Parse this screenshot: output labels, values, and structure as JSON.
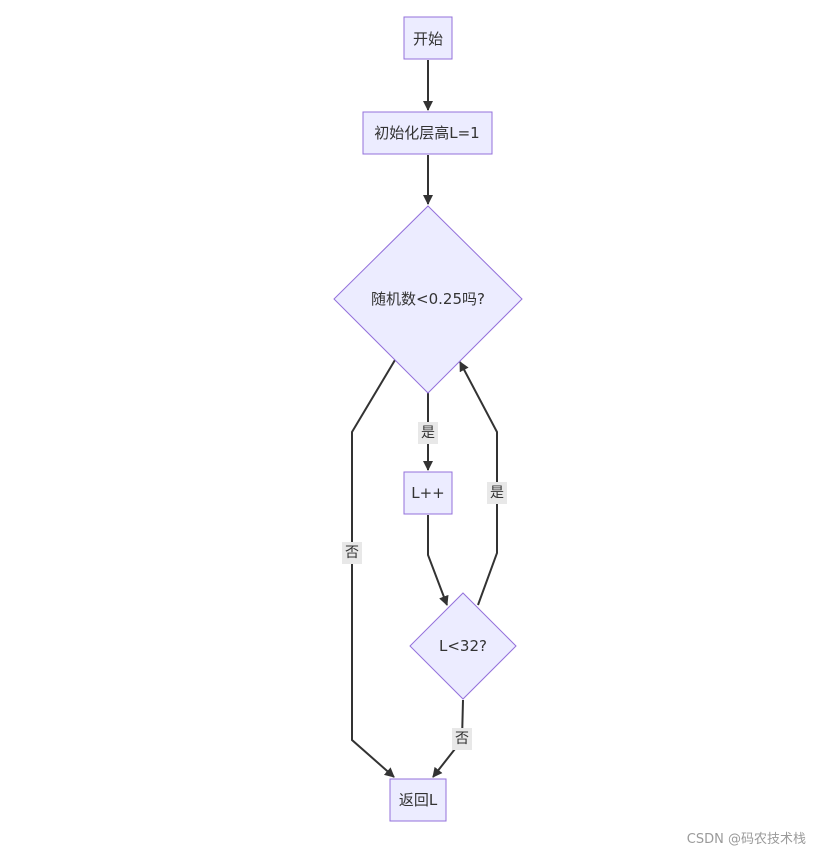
{
  "nodes": {
    "start": "开始",
    "init": "初始化层高L=1",
    "rand_check": "随机数<0.25吗?",
    "incr": "L++",
    "max_check": "L<32?",
    "ret": "返回L"
  },
  "edge_labels": {
    "rand_yes": "是",
    "rand_no": "否",
    "max_yes": "是",
    "max_no": "否"
  },
  "watermark": "CSDN @码农技术栈",
  "colors": {
    "node_fill": "#ececff",
    "node_stroke": "#9370db",
    "edge": "#333333"
  }
}
